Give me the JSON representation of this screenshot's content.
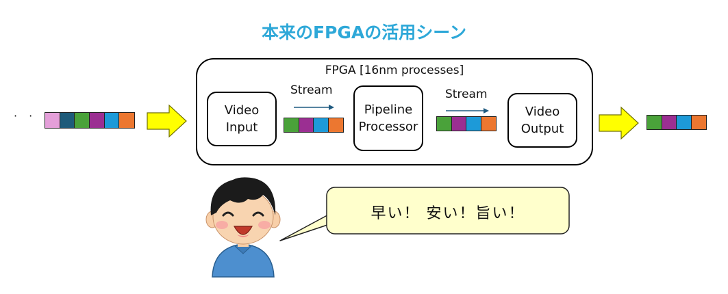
{
  "title": "本来のFPGAの活用シーン",
  "fpga_label": "FPGA [16nm processes]",
  "nodes": {
    "input": "Video\nInput",
    "pipeline": "Pipeline\nProcessor",
    "output": "Video\nOutput"
  },
  "stream_label_1": "Stream",
  "stream_label_2": "Stream",
  "ellipsis": "· · ·",
  "speech": "早い！ 安い！旨い！",
  "colors": {
    "pink": "#e49fd9",
    "teal": "#1e5b7a",
    "green": "#4aa23a",
    "purple": "#9b2f92",
    "blue": "#1d9ad8",
    "orange": "#ec7730",
    "arrow_yellow": "#ffff00",
    "arrow_blue": "#1f5a80",
    "bubble_fill": "#ffffcc",
    "title": "#2ea8d8"
  },
  "input_strip": [
    "pink",
    "teal",
    "green",
    "purple",
    "blue",
    "orange"
  ],
  "stream_strip": [
    "green",
    "purple",
    "blue",
    "orange"
  ],
  "output_strip": [
    "green",
    "purple",
    "blue",
    "orange"
  ]
}
